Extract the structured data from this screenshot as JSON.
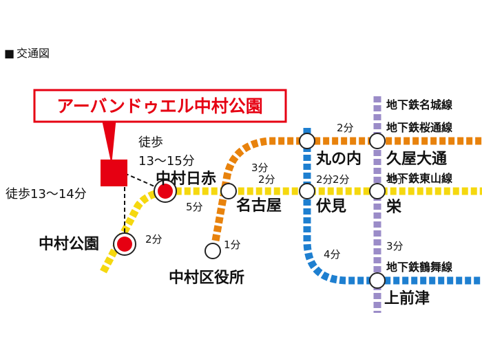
{
  "heading": {
    "bullet": "■",
    "text": "交通図"
  },
  "property_name": "アーバンドゥエル中村公園",
  "walk": {
    "to_nakamura_nisseki": [
      "徒歩",
      "13〜15分"
    ],
    "to_nakamura_koen": "徒歩13〜14分"
  },
  "stations": {
    "nakamura_nisseki": "中村日赤",
    "nakamura_koen": "中村公園",
    "nagoya": "名古屋",
    "nakamura_kuyakusho": "中村区役所",
    "marunouchi": "丸の内",
    "fushimi": "伏見",
    "hisaya_odori": "久屋大通",
    "sakae": "栄",
    "kamimaezu": "上前津"
  },
  "lines": {
    "meijo": "地下鉄名城線",
    "sakuradori": "地下鉄桜通線",
    "higashiyama": "地下鉄東山線",
    "tsurumai": "地下鉄鶴舞線"
  },
  "times": {
    "koen_nisseki": "2分",
    "nisseki_nagoya": "5分",
    "nagoya_fushimi": "2分",
    "fushimi_sakae": "2分",
    "nagoya_marunouchi": "3分",
    "marunouchi_hisaya": "2分",
    "marunouchi_fushimi": "2分",
    "hisaya_sakae": "1分",
    "sakae_kamimaezu": "3分",
    "fushimi_kamimaezu": "4分",
    "kuyakusho_nagoya": "1分"
  },
  "colors": {
    "higashiyama": "#f5d80f",
    "sakuradori": "#e8820c",
    "tsurumai": "#1e7fd0",
    "meijo": "#9b8cc8",
    "accent": "#e60012"
  }
}
